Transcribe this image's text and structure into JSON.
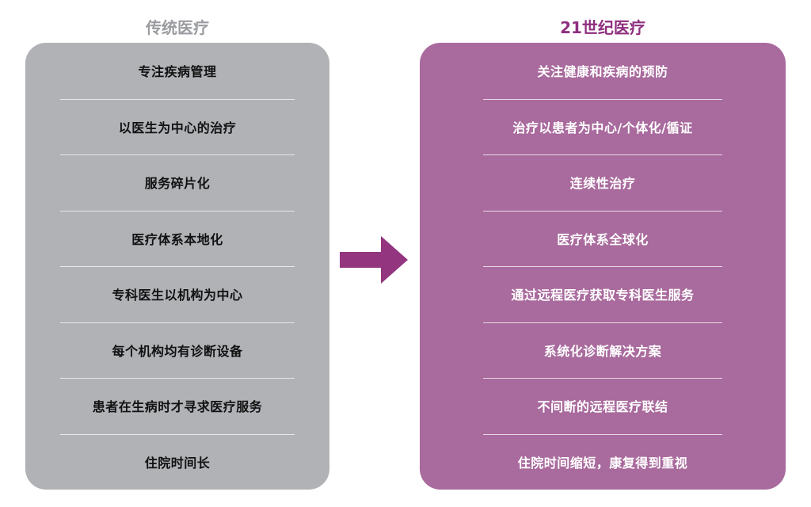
{
  "left": {
    "title": "传统医疗",
    "title_color": "#9a9ca0",
    "panel_color": "#b0b2b6",
    "items": [
      "专注疾病管理",
      "以医生为中心的治疗",
      "服务碎片化",
      "医疗体系本地化",
      "专科医生以机构为中心",
      "每个机构均有诊断设备",
      "患者在生病时才寻求医疗服务",
      "住院时间长"
    ]
  },
  "right": {
    "title": "21世纪医疗",
    "title_color": "#8e2f7f",
    "panel_color": "#a96a9d",
    "items": [
      "关注健康和疾病的预防",
      "治疗以患者为中心/个体化/循证",
      "连续性治疗",
      "医疗体系全球化",
      "通过远程医疗获取专科医生服务",
      "系统化诊断解决方案",
      "不间断的远程医疗联结",
      "住院时间缩短，康复得到重视"
    ]
  },
  "arrow": {
    "icon": "right-arrow-icon",
    "color": "#93357f"
  }
}
